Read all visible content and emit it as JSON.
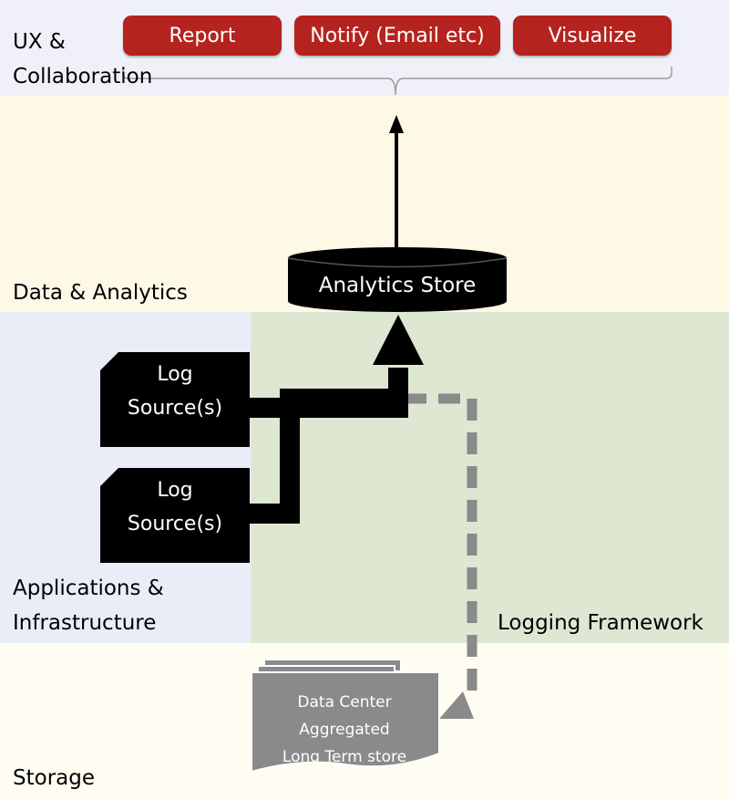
{
  "colors": {
    "ux_band": "#f0f1f8",
    "analytics_band": "#fef8e7",
    "apps_band": "#e9edf7",
    "logging_band": "#dde7d2",
    "storage_band": "#fffcf2",
    "button": "#b5231f",
    "dark": "#000000",
    "gray": "#808080"
  },
  "layers": {
    "ux": "UX &\nCollaboration",
    "analytics": "Data & Analytics",
    "apps": "Applications &\nInfrastructure",
    "logging": "Logging Framework",
    "storage": "Storage"
  },
  "actions": [
    {
      "label": "Report"
    },
    {
      "label": "Notify (Email etc)"
    },
    {
      "label": "Visualize"
    }
  ],
  "nodes": {
    "analytics_store": "Analytics Store",
    "log_source_1": "Log\nSource(s)",
    "log_source_2": "Log\nSource(s)",
    "long_term_store": "Data Center\nAggregated\nLong Term store"
  }
}
